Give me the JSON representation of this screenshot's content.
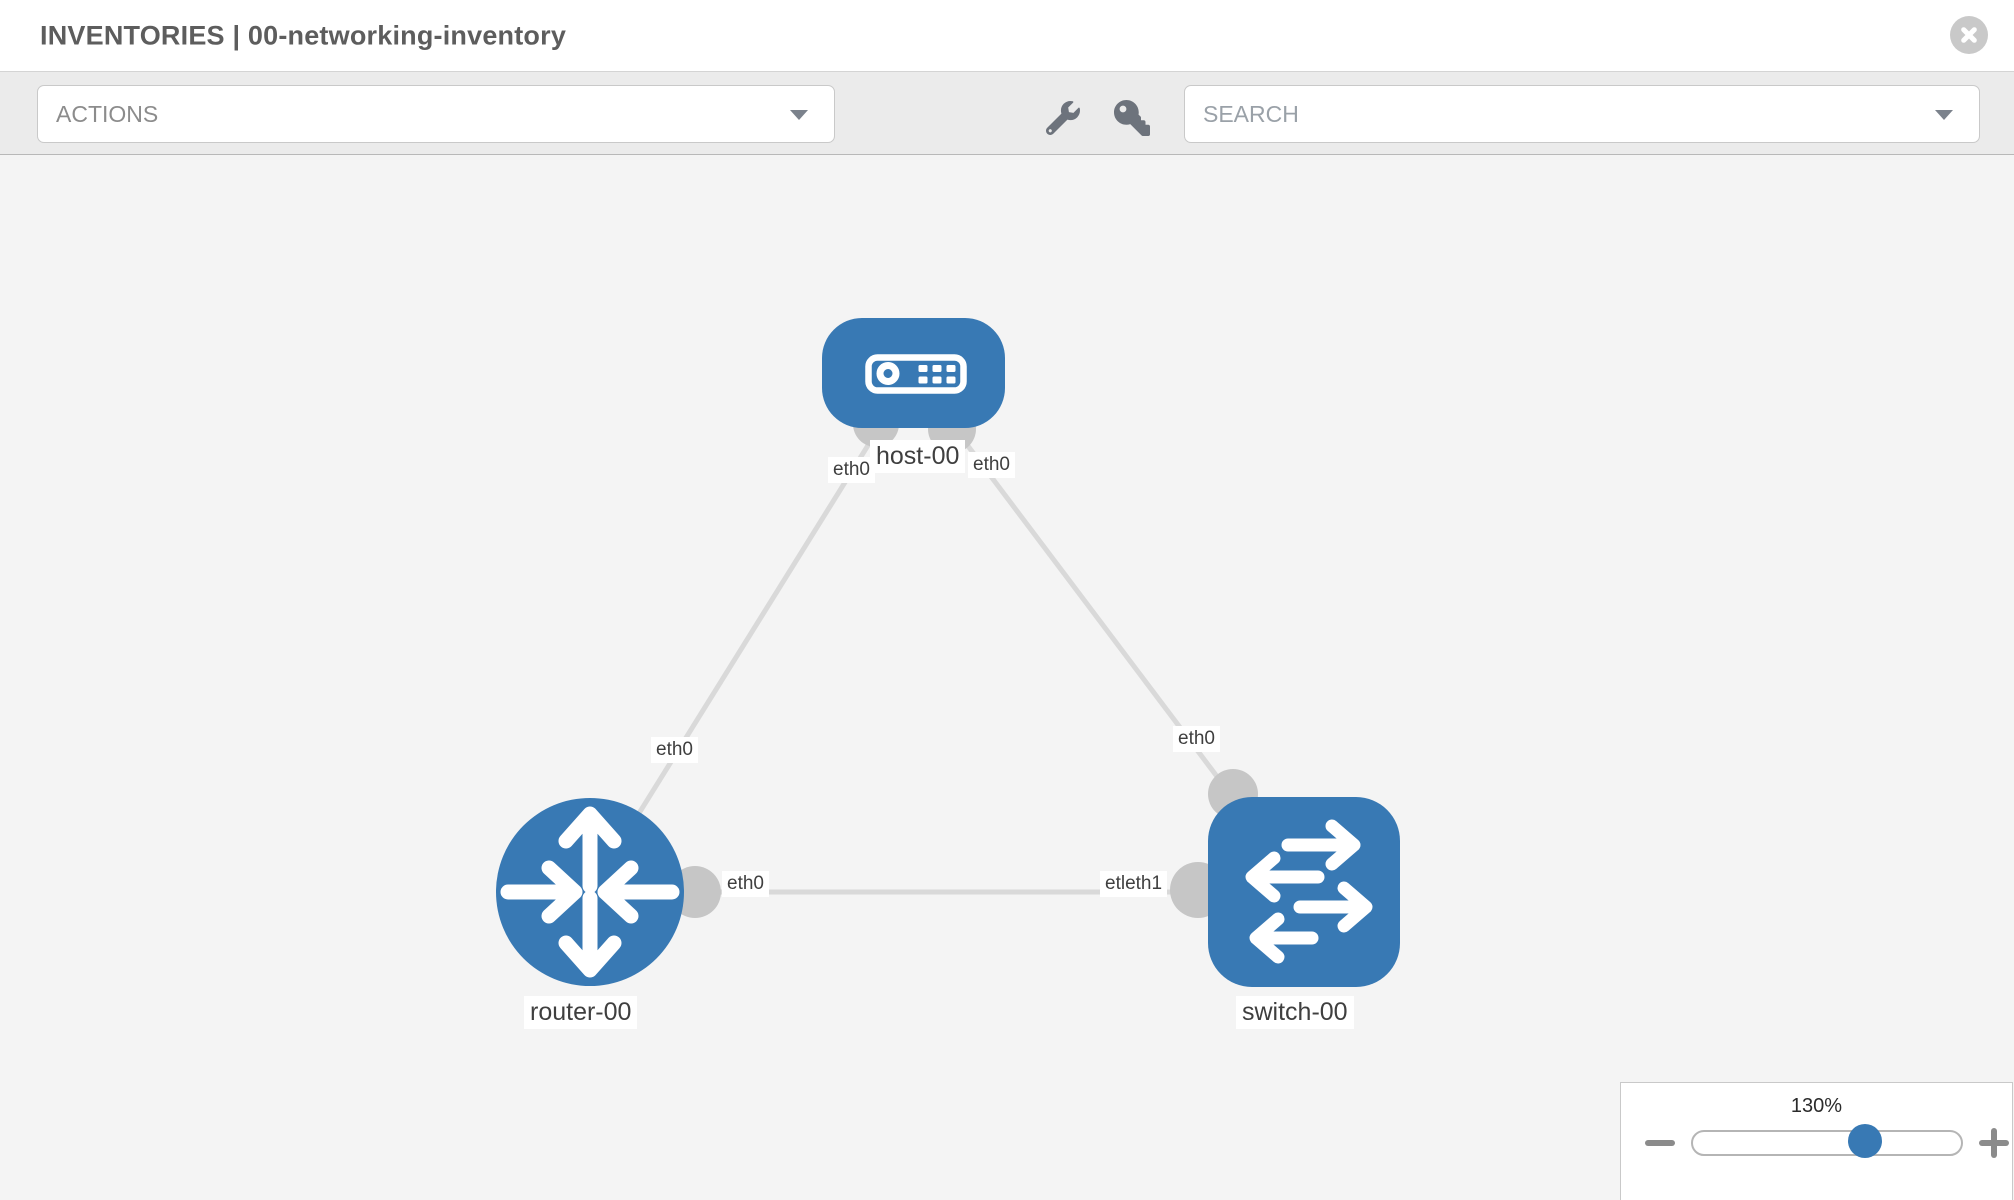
{
  "header": {
    "title": "INVENTORIES | 00-networking-inventory",
    "close_icon": "close-icon"
  },
  "toolbar": {
    "actions_label": "ACTIONS",
    "search_label": "SEARCH",
    "wrench_icon": "wrench-icon",
    "key_icon": "key-icon",
    "chevron_icon": "chevron-down-icon"
  },
  "graph": {
    "nodes": [
      {
        "label": "host-00",
        "type": "host"
      },
      {
        "label": "router-00",
        "type": "router"
      },
      {
        "label": "switch-00",
        "type": "switch"
      }
    ],
    "links": [
      {
        "from": "host-00",
        "to": "router-00"
      },
      {
        "from": "host-00",
        "to": "switch-00"
      },
      {
        "from": "router-00",
        "to": "switch-00"
      }
    ],
    "interface_labels": [
      {
        "link": "host-00 to router-00",
        "end": "host-00",
        "text": "eth0"
      },
      {
        "link": "host-00 to switch-00",
        "end": "host-00",
        "text": "eth0"
      },
      {
        "link": "host-00 to router-00",
        "end": "router-00",
        "text": "eth0"
      },
      {
        "link": "host-00 to switch-00",
        "end": "switch-00",
        "text": "eth0"
      },
      {
        "link": "router-00 to switch-00",
        "end": "router-00",
        "text": "eth0"
      },
      {
        "link": "router-00 to switch-00",
        "end": "switch-00",
        "text": "etleth1"
      }
    ]
  },
  "zoom_control": {
    "level": "130%",
    "minus_icon": "minus-icon",
    "plus_icon": "plus-icon"
  },
  "colors": {
    "node_blue": "#3879b4",
    "port_gray": "#c6c6c6",
    "link_gray": "#d9d9d9",
    "toolbar_bg": "#ebebeb",
    "canvas_bg": "#f4f4f4"
  }
}
